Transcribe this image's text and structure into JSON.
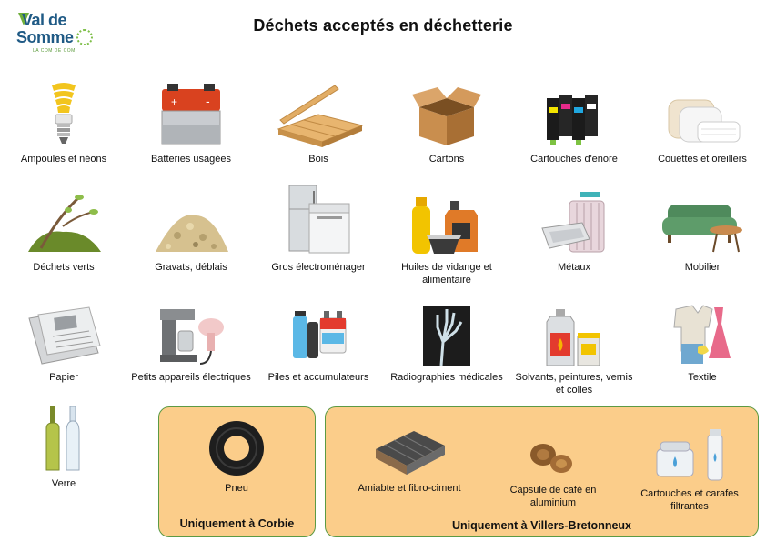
{
  "header": {
    "title": "Déchets acceptés en déchetterie"
  },
  "logo": {
    "line1": "Val de",
    "line2": "Somme",
    "tagline": "LA COM DE COM"
  },
  "items": [
    {
      "label": "Ampoules et néons",
      "icon": "lightbulb-icon"
    },
    {
      "label": "Batteries usagées",
      "icon": "car-battery-icon"
    },
    {
      "label": "Bois",
      "icon": "wood-pallet-icon"
    },
    {
      "label": "Cartons",
      "icon": "cardboard-box-icon"
    },
    {
      "label": "Cartouches d'enore",
      "icon": "ink-cartridges-icon"
    },
    {
      "label": "Couettes et oreillers",
      "icon": "pillows-icon"
    },
    {
      "label": "Déchets verts",
      "icon": "green-waste-icon"
    },
    {
      "label": "Gravats, déblais",
      "icon": "rubble-icon"
    },
    {
      "label": "Gros électroménager",
      "icon": "appliances-icon"
    },
    {
      "label": "Huiles de vidange et alimentaire",
      "icon": "oil-cans-icon"
    },
    {
      "label": "Métaux",
      "icon": "metal-sink-icon"
    },
    {
      "label": "Mobilier",
      "icon": "sofa-table-icon"
    },
    {
      "label": "Papier",
      "icon": "newspaper-icon"
    },
    {
      "label": "Petits appareils électriques",
      "icon": "small-appliances-icon"
    },
    {
      "label": "Piles et accumulateurs",
      "icon": "batteries-icon"
    },
    {
      "label": "Radiographies médicales",
      "icon": "xray-icon"
    },
    {
      "label": "Solvants, peintures, vernis et colles",
      "icon": "solvent-cans-icon"
    },
    {
      "label": "Textile",
      "icon": "clothes-icon"
    },
    {
      "label": "Verre",
      "icon": "glass-bottles-icon"
    }
  ],
  "corbie": {
    "title": "Uniquement à Corbie",
    "items": [
      {
        "label": "Pneu",
        "icon": "tire-icon"
      }
    ]
  },
  "villers": {
    "title": "Uniquement à Villers-Bretonneux",
    "items": [
      {
        "label": "Amiabte et fibro-ciment",
        "icon": "asbestos-sheets-icon"
      },
      {
        "label": "Capsule de café en aluminium",
        "icon": "coffee-capsules-icon"
      },
      {
        "label": "Cartouches et carafes filtrantes",
        "icon": "water-filter-icon"
      }
    ]
  }
}
